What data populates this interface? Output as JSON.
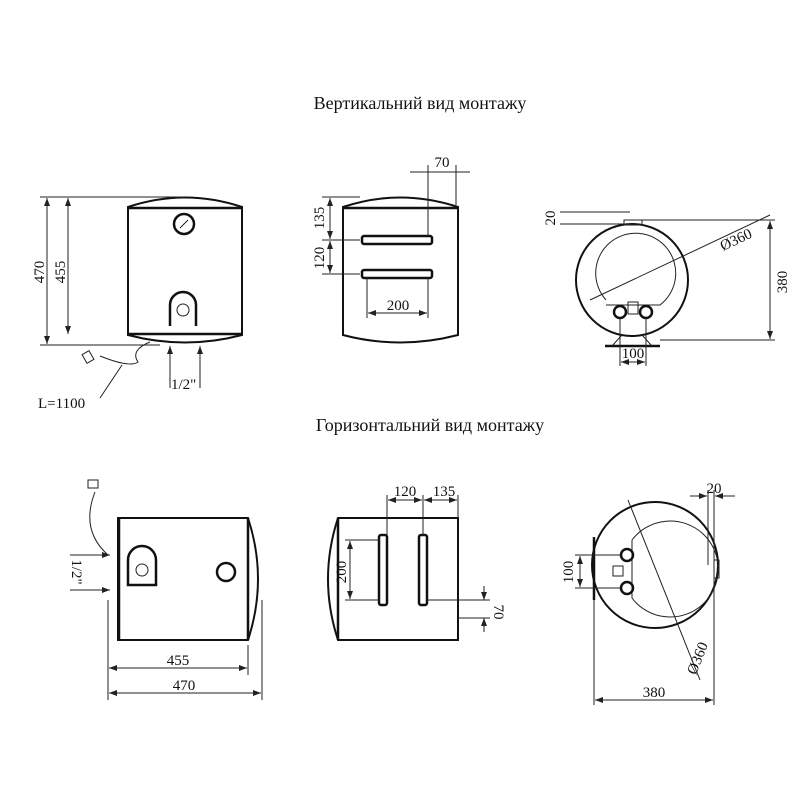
{
  "titles": {
    "vertical": "Вертикальний вид монтажу",
    "horizontal": "Горизонтальний вид монтажу"
  },
  "vertical_front": {
    "height_total": "470",
    "height_body": "455",
    "cable_length": "L=1100",
    "pipe_size": "1/2\""
  },
  "vertical_back": {
    "top_offset": "70",
    "bracket_top": "135",
    "bracket_spacing": "120",
    "bracket_width": "200"
  },
  "vertical_side": {
    "bracket_depth": "20",
    "diameter": "Ø360",
    "depth_total": "380",
    "pipe_spacing": "100"
  },
  "horizontal_front": {
    "pipe_size": "1/2\"",
    "length_body": "455",
    "length_total": "470"
  },
  "horizontal_back": {
    "bracket_spacing": "120",
    "bracket_offset": "135",
    "bracket_length": "200",
    "side_offset": "70"
  },
  "horizontal_side": {
    "bracket_depth": "20",
    "pipe_spacing": "100",
    "diameter": "Ø360",
    "depth_total": "380"
  }
}
